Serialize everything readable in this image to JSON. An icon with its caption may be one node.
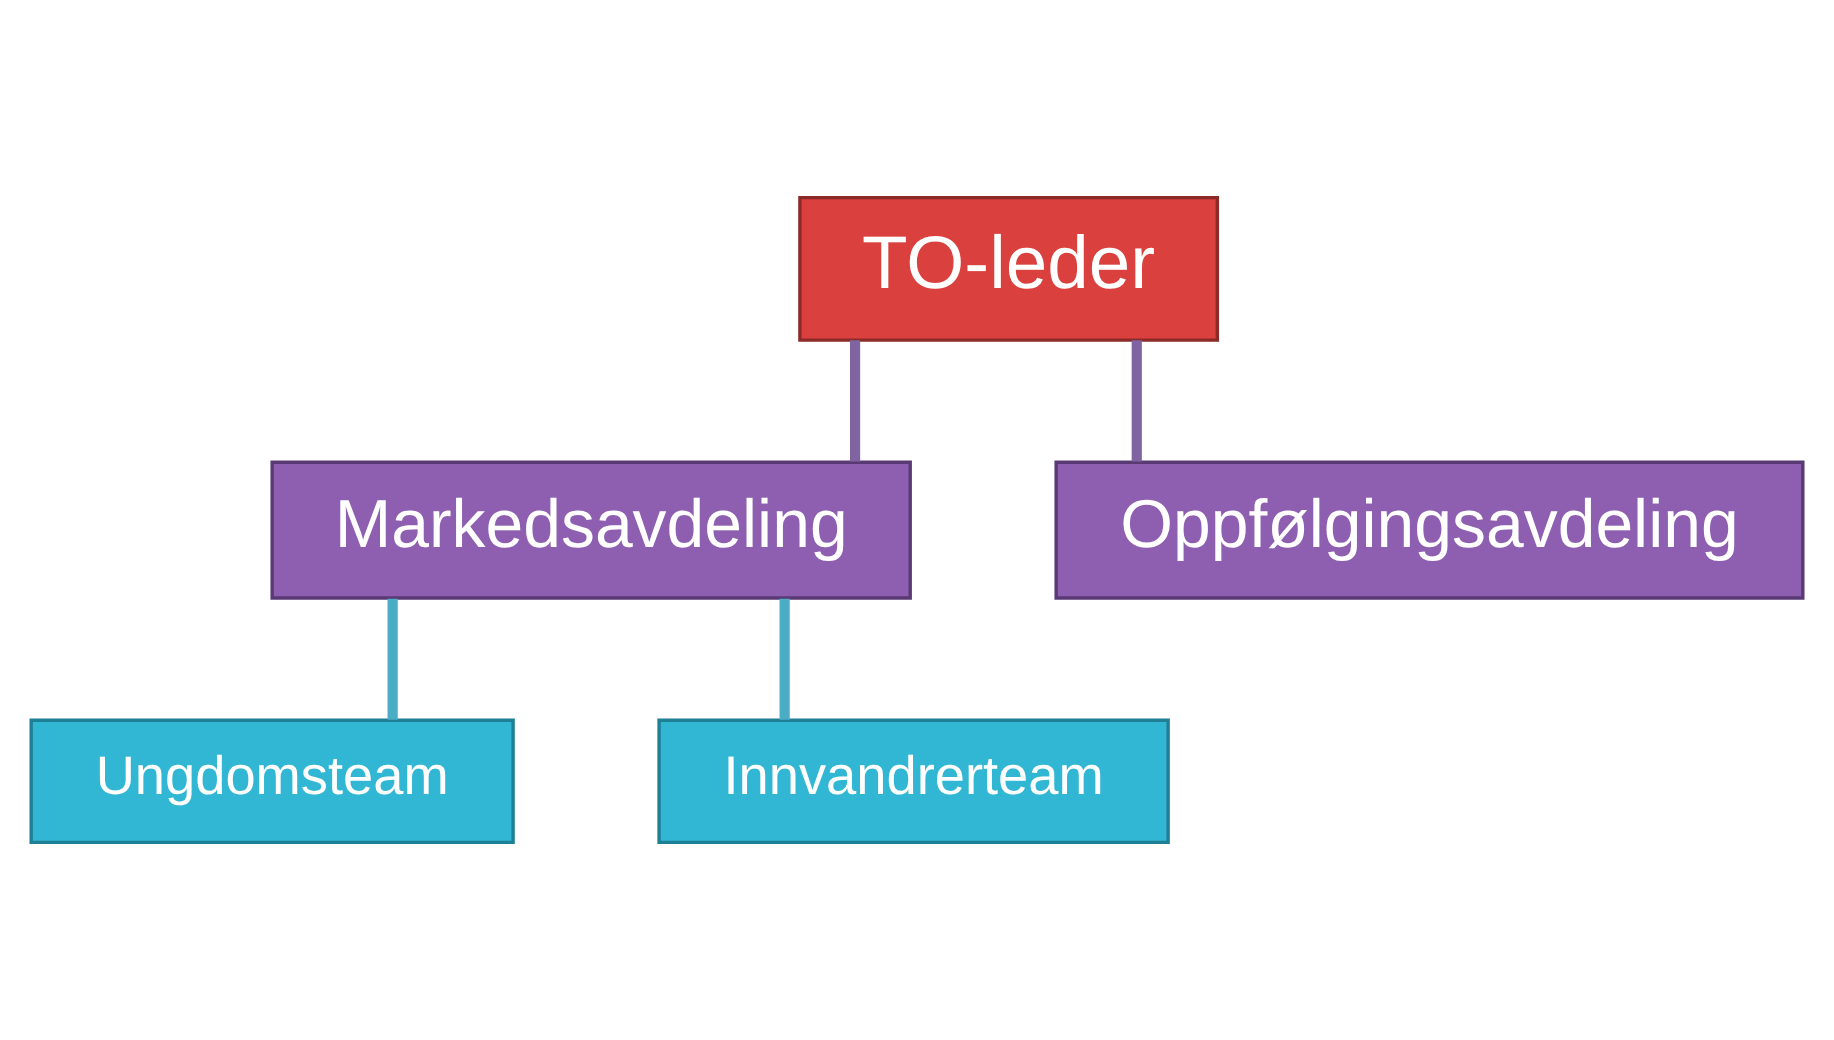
{
  "diagram": {
    "nodes": [
      {
        "text": [
          "TO-leder"
        ]
      },
      {
        "text": [
          "Markedsavdeling"
        ]
      },
      {
        "text": [
          "Oppfølgingsavdeling"
        ]
      },
      {
        "text": [
          "Ungdomsteam"
        ]
      },
      {
        "text": [
          "Innvandrerteam"
        ]
      }
    ],
    "edges": [
      {
        "from": 0,
        "to": 1,
        "arrow": "none",
        "color": "#8064a2"
      },
      {
        "from": 0,
        "to": 2,
        "arrow": "none",
        "color": "#8064a2"
      },
      {
        "from": 1,
        "to": 3,
        "arrow": "none",
        "color": "#4bacc6"
      },
      {
        "from": 1,
        "to": 4,
        "arrow": "none",
        "color": "#4bacc6"
      }
    ]
  }
}
